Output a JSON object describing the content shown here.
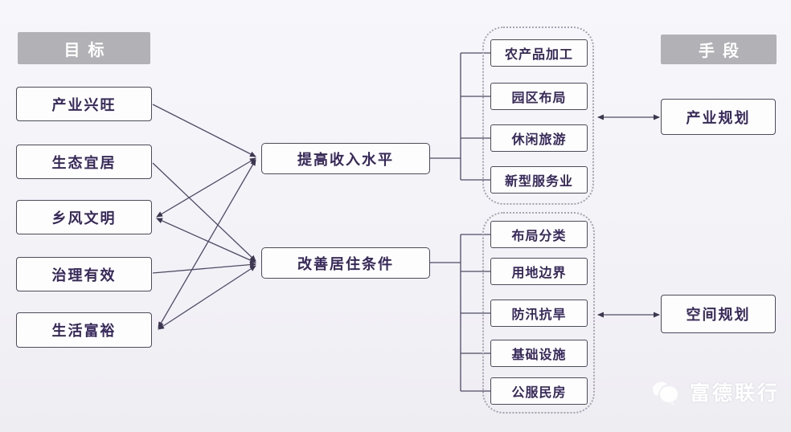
{
  "headers": {
    "goal": "目标",
    "means": "手段"
  },
  "goal_items": [
    "产业兴旺",
    "生态宜居",
    "乡风文明",
    "治理有效",
    "生活富裕"
  ],
  "objective_items": [
    "提高收入水平",
    "改善居住条件"
  ],
  "industry_group_items": [
    "农产品加工",
    "园区布局",
    "休闲旅游",
    "新型服务业"
  ],
  "space_group_items": [
    "布局分类",
    "用地边界",
    "防汛抗旱",
    "基础设施",
    "公服民房"
  ],
  "plan_items": [
    "产业规划",
    "空间规划"
  ],
  "logo": {
    "text": "富德联行"
  },
  "colors": {
    "background": "#f2f1f6",
    "header_fill": "#b1b1b6",
    "header_text": "#ffffff",
    "box_border": "#4b4b60",
    "box_text": "#37295c",
    "connector_line": "#504a68",
    "dashed_border": "#a5a5b0",
    "logo_text": "#ffffff"
  }
}
